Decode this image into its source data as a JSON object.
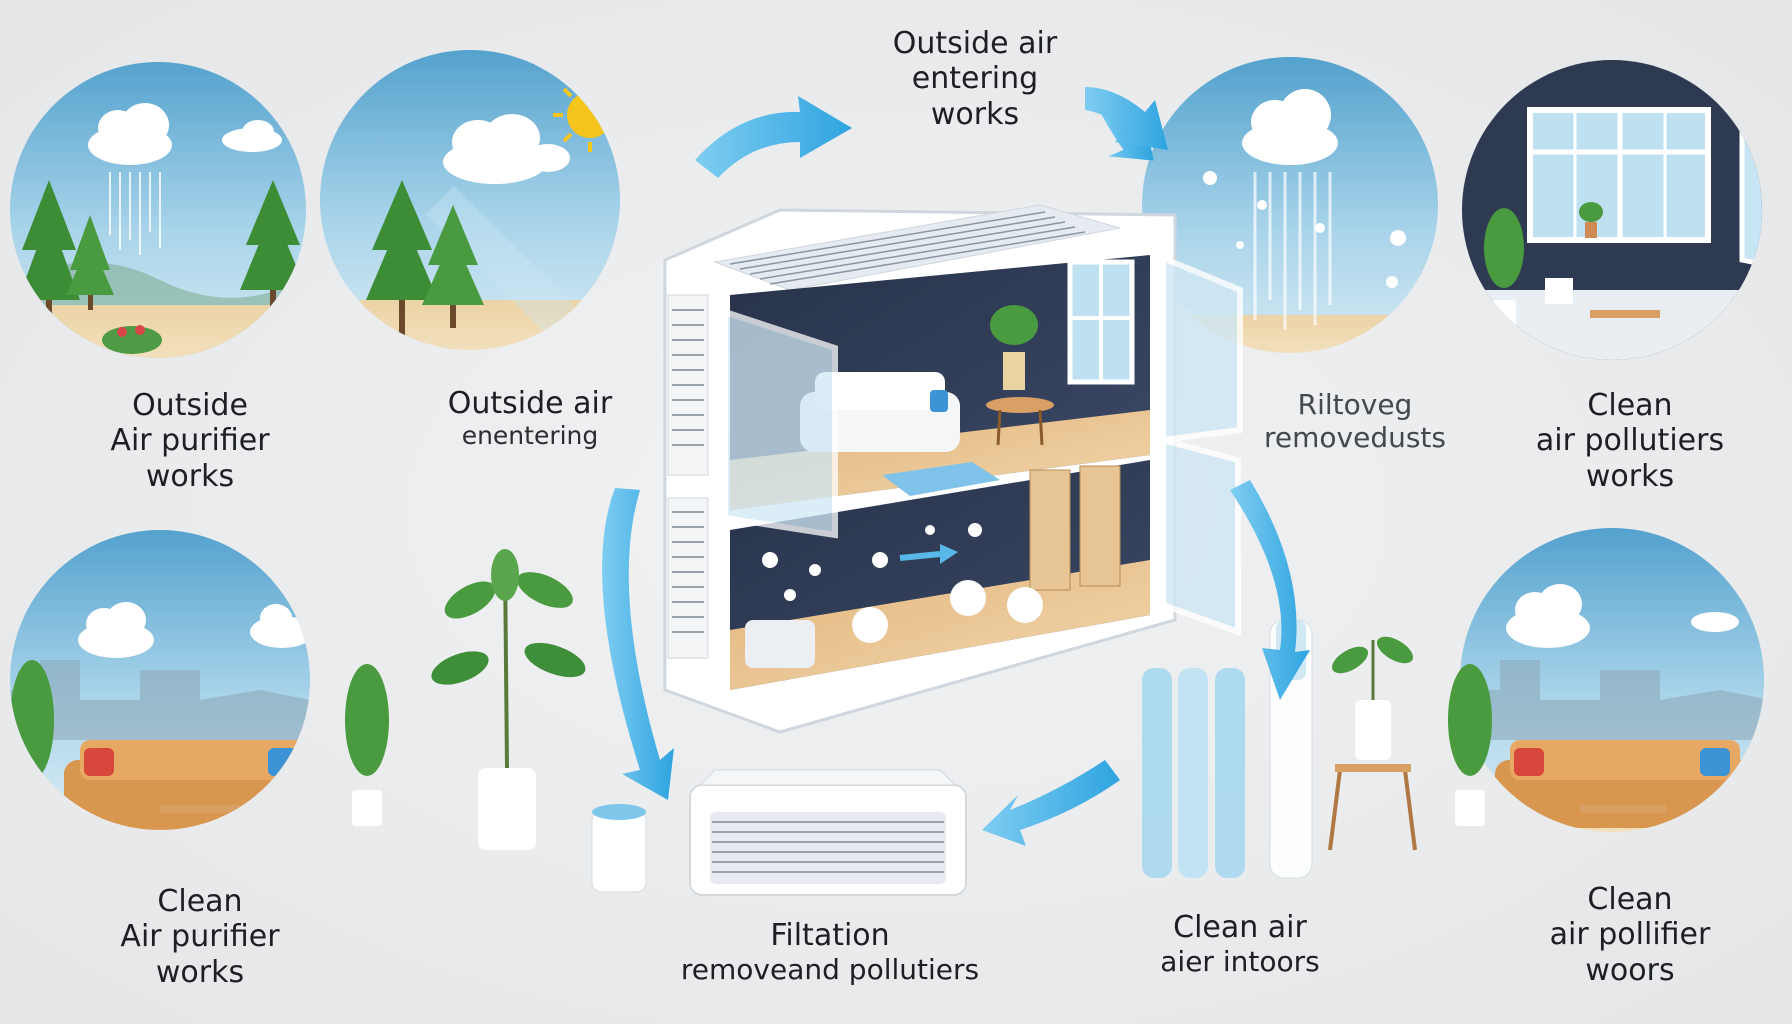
{
  "labels": {
    "top_center": [
      "Outside air",
      "entering",
      "works"
    ],
    "left_top": [
      "Outside",
      "Air purifier",
      "works"
    ],
    "center_left": [
      "Outside air",
      "enentering"
    ],
    "center_right": [
      "Riltoveg",
      "removedusts"
    ],
    "right_top": [
      "Clean",
      "air pollutiers",
      "works"
    ],
    "left_bottom": [
      "Clean",
      "Air purifier",
      "works"
    ],
    "bottom_center": [
      "Filtation",
      "removeand pollutiers"
    ],
    "bottom_right_center": [
      "Clean air",
      "aier intoors"
    ],
    "right_bottom": [
      "Clean",
      "air pollifier",
      "woors"
    ]
  },
  "colors": {
    "sky": "#8ec6e6",
    "arrow": "#3aaee3",
    "ground": "#e7cfa0",
    "tree": "#3f8f3a",
    "sofa": "#d99a55",
    "wall_dark": "#2e3a50",
    "floor": "#e8c594"
  },
  "icons": [
    "cloud-icon",
    "sun-icon",
    "tree-icon",
    "plant-icon",
    "sofa-icon",
    "window-icon",
    "arrow-icon",
    "air-purifier-icon"
  ]
}
